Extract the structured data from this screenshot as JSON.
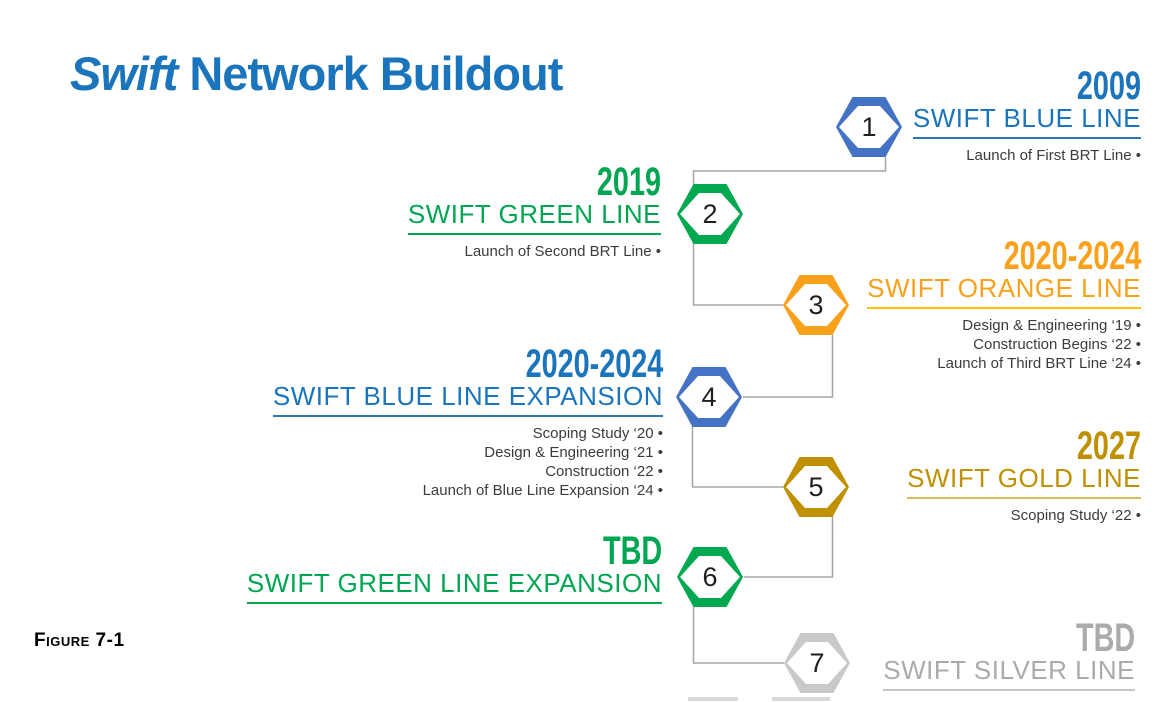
{
  "title": {
    "italic": "Swift",
    "rest": " Network Buildout"
  },
  "figure_label": "Figure 7-1",
  "colors": {
    "blue-text": "#1B75BC",
    "blue-hex": "#4472C4",
    "blue-ul": "#2E75B6",
    "green-text": "#00A651",
    "green-hex": "#00A84F",
    "green-ul": "#00A651",
    "orange-text": "#F9A11B",
    "orange-hex": "#F9A11B",
    "orange-ul": "#FFC000",
    "gold-text": "#BF9000",
    "gold-hex": "#BF9000",
    "gold-ul": "#D9BC5C",
    "silver-text": "#ABABAB",
    "silver-hex": "#C9C9C9",
    "silver-ul": "#C6C6C6",
    "connector": "#A6A6A6",
    "detail-text": "#3C3C3C",
    "number-text": "#1F1F1F",
    "cutoff": "#D9D9D9"
  },
  "milestones": [
    {
      "number": "1",
      "side": "right",
      "theme": "blue",
      "year": "2009",
      "name": "SWIFT BLUE LINE",
      "details": [
        "Launch of First BRT Line •"
      ]
    },
    {
      "number": "2",
      "side": "left",
      "theme": "green",
      "year": "2019",
      "name": "SWIFT GREEN LINE",
      "details": [
        "Launch of Second BRT Line •"
      ]
    },
    {
      "number": "3",
      "side": "right",
      "theme": "orange",
      "year": "2020-2024",
      "name": "SWIFT ORANGE LINE",
      "details": [
        "Design & Engineering ‘19 •",
        "Construction Begins ‘22 •",
        "Launch of Third BRT Line ‘24 •"
      ]
    },
    {
      "number": "4",
      "side": "left",
      "theme": "blue",
      "year": "2020-2024",
      "name": "SWIFT BLUE LINE EXPANSION",
      "details": [
        "Scoping Study ‘20 •",
        "Design & Engineering ‘21 •",
        "Construction ‘22 •",
        "Launch of Blue Line Expansion ‘24 •"
      ]
    },
    {
      "number": "5",
      "side": "right",
      "theme": "gold",
      "year": "2027",
      "name": "SWIFT GOLD LINE",
      "details": [
        "Scoping Study ‘22 •"
      ]
    },
    {
      "number": "6",
      "side": "left",
      "theme": "green",
      "year": "TBD",
      "name": "SWIFT GREEN LINE EXPANSION",
      "details": []
    },
    {
      "number": "7",
      "side": "right",
      "theme": "silver",
      "year": "TBD",
      "name": "SWIFT SILVER LINE",
      "details": []
    }
  ]
}
